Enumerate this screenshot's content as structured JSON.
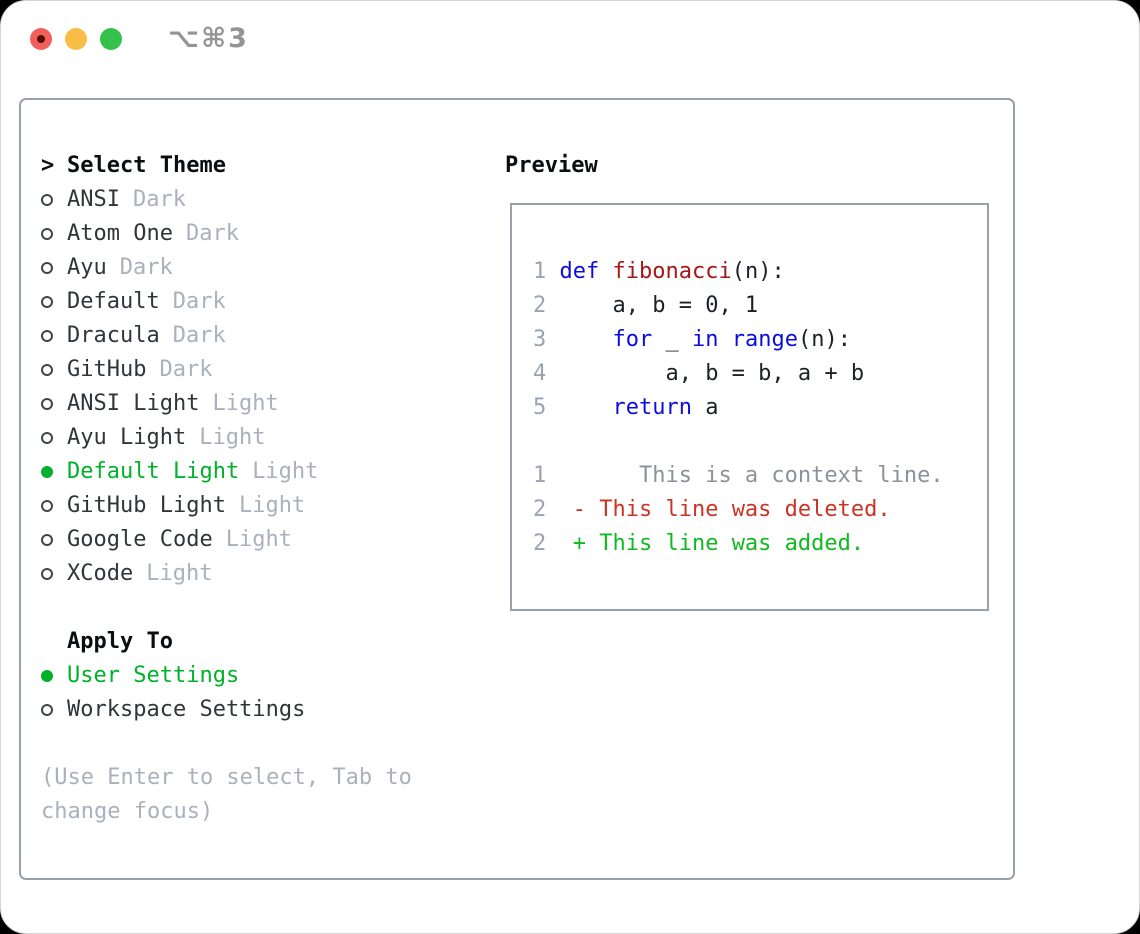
{
  "window": {
    "shortcut_label": "⌥⌘3"
  },
  "colors": {
    "accent_green": "#00b12b",
    "keyword_blue": "#0c0cdf",
    "function_red": "#a61717",
    "deleted_red": "#cb3425",
    "added_green": "#10ba20",
    "muted_gray": "#a9b1bc",
    "panel_border": "#97a0ab"
  },
  "theme_panel": {
    "title_prefix": ">",
    "title": "Select Theme",
    "items": [
      {
        "name": "ANSI",
        "variant": "Dark",
        "selected": false
      },
      {
        "name": "Atom One",
        "variant": "Dark",
        "selected": false
      },
      {
        "name": "Ayu",
        "variant": "Dark",
        "selected": false
      },
      {
        "name": "Default",
        "variant": "Dark",
        "selected": false
      },
      {
        "name": "Dracula",
        "variant": "Dark",
        "selected": false
      },
      {
        "name": "GitHub",
        "variant": "Dark",
        "selected": false
      },
      {
        "name": "ANSI Light",
        "variant": "Light",
        "selected": false
      },
      {
        "name": "Ayu Light",
        "variant": "Light",
        "selected": false
      },
      {
        "name": "Default Light",
        "variant": "Light",
        "selected": true
      },
      {
        "name": "GitHub Light",
        "variant": "Light",
        "selected": false
      },
      {
        "name": "Google Code",
        "variant": "Light",
        "selected": false
      },
      {
        "name": "XCode",
        "variant": "Light",
        "selected": false
      }
    ],
    "apply_to": {
      "title": "Apply To",
      "options": [
        {
          "label": "User Settings",
          "selected": true
        },
        {
          "label": "Workspace Settings",
          "selected": false
        }
      ]
    },
    "help_lines": [
      "(Use Enter to select, Tab to",
      "change focus)"
    ]
  },
  "preview": {
    "title": "Preview",
    "code_lines": [
      {
        "segments": [
          {
            "text": "1 ",
            "style": "lineno"
          },
          {
            "text": "def",
            "style": "kw"
          },
          {
            "text": " ",
            "style": "plain"
          },
          {
            "text": "fibonacci",
            "style": "fn"
          },
          {
            "text": "(n):",
            "style": "plain"
          }
        ]
      },
      {
        "segments": [
          {
            "text": "2 ",
            "style": "lineno"
          },
          {
            "text": "    a, b = 0, 1",
            "style": "plain"
          }
        ]
      },
      {
        "segments": [
          {
            "text": "3 ",
            "style": "lineno"
          },
          {
            "text": "    ",
            "style": "plain"
          },
          {
            "text": "for",
            "style": "kw"
          },
          {
            "text": " _ ",
            "style": "plain"
          },
          {
            "text": "in",
            "style": "kw"
          },
          {
            "text": " ",
            "style": "plain"
          },
          {
            "text": "range",
            "style": "kw"
          },
          {
            "text": "(n):",
            "style": "plain"
          }
        ]
      },
      {
        "segments": [
          {
            "text": "4 ",
            "style": "lineno"
          },
          {
            "text": "        a, b = b, a + b",
            "style": "plain"
          }
        ]
      },
      {
        "segments": [
          {
            "text": "5 ",
            "style": "lineno"
          },
          {
            "text": "    ",
            "style": "plain"
          },
          {
            "text": "return",
            "style": "kw"
          },
          {
            "text": " a",
            "style": "plain"
          }
        ]
      },
      {
        "segments": []
      },
      {
        "segments": [
          {
            "text": "1",
            "style": "lineno"
          },
          {
            "text": "       ",
            "style": "plain"
          },
          {
            "text": "This is a context line.",
            "style": "ctx"
          }
        ]
      },
      {
        "segments": [
          {
            "text": "2",
            "style": "lineno"
          },
          {
            "text": "  ",
            "style": "plain"
          },
          {
            "text": "- This line was deleted.",
            "style": "del"
          }
        ]
      },
      {
        "segments": [
          {
            "text": "2",
            "style": "lineno"
          },
          {
            "text": "  ",
            "style": "plain"
          },
          {
            "text": "+ This line was added.",
            "style": "add"
          }
        ]
      }
    ]
  }
}
